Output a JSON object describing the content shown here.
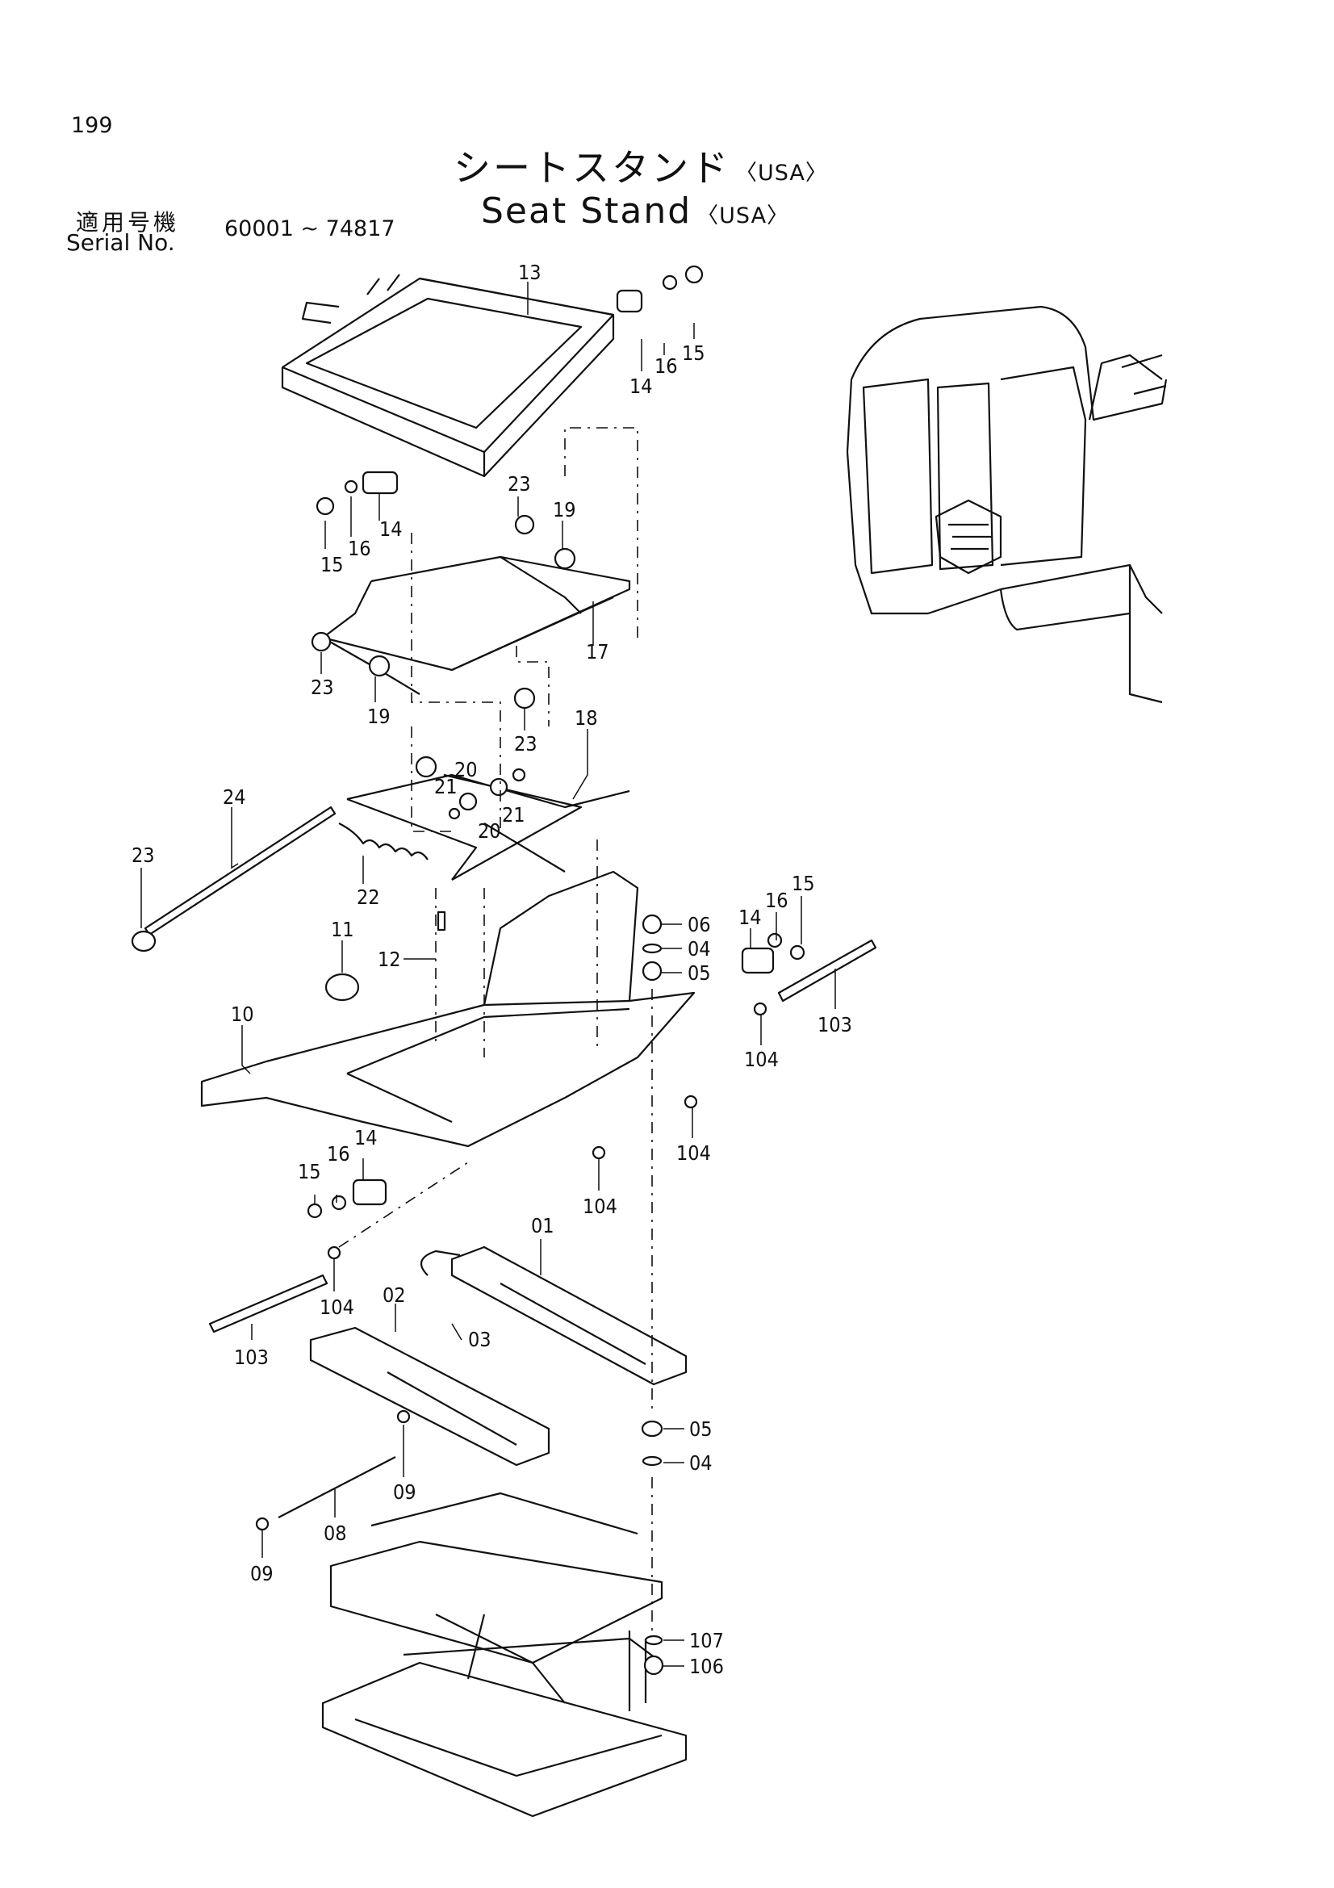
{
  "page_number": "199",
  "title": {
    "jp": "シートスタンド",
    "en": "Seat Stand",
    "variant": "〈USA〉"
  },
  "serial": {
    "label_jp": "適用号機",
    "label_en": "Serial No.",
    "range": "60001 ~ 74817"
  },
  "callouts": [
    {
      "id": "c13",
      "text": "13"
    },
    {
      "id": "c14a",
      "text": "14"
    },
    {
      "id": "c16a",
      "text": "16"
    },
    {
      "id": "c15a",
      "text": "15"
    },
    {
      "id": "c23a",
      "text": "23"
    },
    {
      "id": "c19a",
      "text": "19"
    },
    {
      "id": "c15b",
      "text": "15"
    },
    {
      "id": "c16b",
      "text": "16"
    },
    {
      "id": "c14b",
      "text": "14"
    },
    {
      "id": "c17",
      "text": "17"
    },
    {
      "id": "c23b",
      "text": "23"
    },
    {
      "id": "c19b",
      "text": "19"
    },
    {
      "id": "c23c",
      "text": "23"
    },
    {
      "id": "c18",
      "text": "18"
    },
    {
      "id": "c24",
      "text": "24"
    },
    {
      "id": "c21a",
      "text": "21"
    },
    {
      "id": "c20a",
      "text": "20"
    },
    {
      "id": "c20b",
      "text": "20"
    },
    {
      "id": "c21b",
      "text": "21"
    },
    {
      "id": "c23d",
      "text": "23"
    },
    {
      "id": "c22",
      "text": "22"
    },
    {
      "id": "c11",
      "text": "11"
    },
    {
      "id": "c12",
      "text": "12"
    },
    {
      "id": "c10",
      "text": "10"
    },
    {
      "id": "c06",
      "text": "06"
    },
    {
      "id": "c04a",
      "text": "04"
    },
    {
      "id": "c05a",
      "text": "05"
    },
    {
      "id": "c14c",
      "text": "14"
    },
    {
      "id": "c16c",
      "text": "16"
    },
    {
      "id": "c15c",
      "text": "15"
    },
    {
      "id": "c103a",
      "text": "103"
    },
    {
      "id": "c104a",
      "text": "104"
    },
    {
      "id": "c104b",
      "text": "104"
    },
    {
      "id": "c14d",
      "text": "14"
    },
    {
      "id": "c16d",
      "text": "16"
    },
    {
      "id": "c15d",
      "text": "15"
    },
    {
      "id": "c104c",
      "text": "104"
    },
    {
      "id": "c01",
      "text": "01"
    },
    {
      "id": "c104d",
      "text": "104"
    },
    {
      "id": "c02",
      "text": "02"
    },
    {
      "id": "c03",
      "text": "03"
    },
    {
      "id": "c103b",
      "text": "103"
    },
    {
      "id": "c05b",
      "text": "05"
    },
    {
      "id": "c04b",
      "text": "04"
    },
    {
      "id": "c09a",
      "text": "09"
    },
    {
      "id": "c08",
      "text": "08"
    },
    {
      "id": "c09b",
      "text": "09"
    },
    {
      "id": "c107",
      "text": "107"
    },
    {
      "id": "c106",
      "text": "106"
    }
  ]
}
